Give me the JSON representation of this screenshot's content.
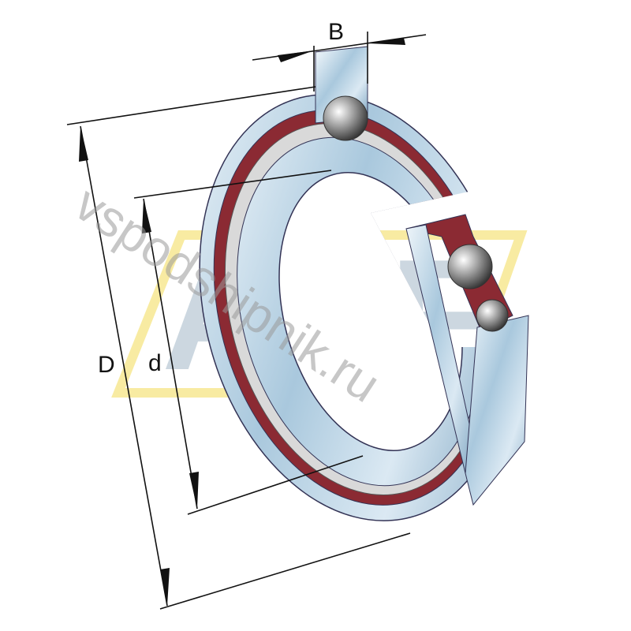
{
  "diagram": {
    "labels": {
      "width": "B",
      "outer_diameter": "D",
      "inner_diameter": "d"
    },
    "watermark": {
      "text": "vspodshipnik.ru",
      "logo": "ABF",
      "logo_color": "#f5e27a"
    },
    "colors": {
      "ring_steel": "#b9d4e6",
      "cage": "#8b2a33",
      "ball": "#8c8c8c"
    }
  }
}
